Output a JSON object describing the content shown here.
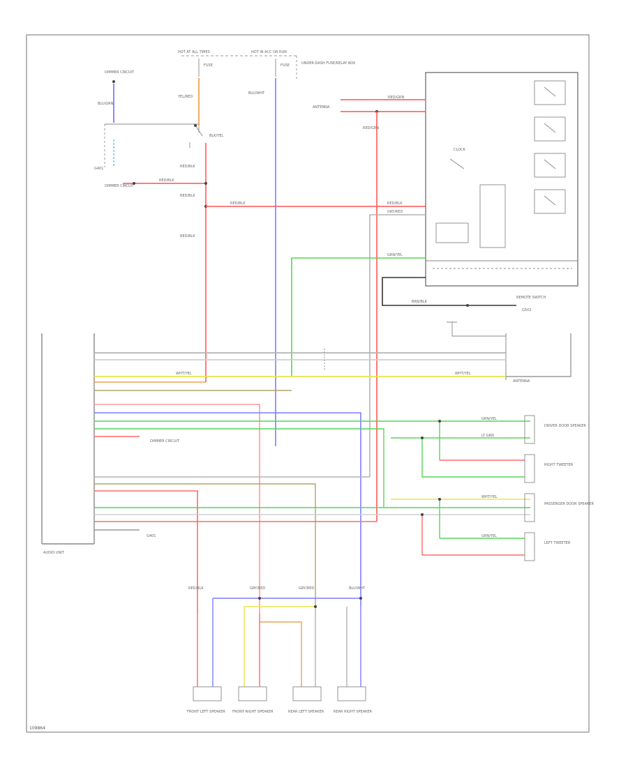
{
  "diagram": {
    "footer_code": "109864",
    "colors": {
      "red": "#ff6a6a",
      "pink": "#ff9a9a",
      "blue": "#7c7cff",
      "green": "#55d655",
      "yellow": "#e6e64a",
      "orange": "#f0a050",
      "gray": "#b4b4b4",
      "olive": "#b3a36a"
    },
    "labels": {
      "hot_at_all_times": "HOT AT ALL TIMES",
      "hot_acc_or_run": "HOT IN ACC OR RUN",
      "fuse_under_dash": "UNDER-DASH FUSE/RELAY BOX",
      "fuse_a": "FUSE",
      "fuse_b": "FUSE",
      "radio_unit": "AUDIO UNIT",
      "remote_switch": "REMOTE SWITCH",
      "clock": "CLOCK",
      "ground_g401": "G401",
      "ground_g502": "G502",
      "antenna": "ANTENNA",
      "dimmer_circuit": "DIMMER CIRCUIT",
      "wire_blu_grn": "BLU/GRN",
      "wire_blk_yel": "BLK/YEL",
      "wire_wht_yel": "WHT/YEL",
      "wire_yel_red": "YEL/RED",
      "wire_red_blk": "RED/BLK",
      "wire_red_grn": "RED/GRN",
      "wire_blu_wht": "BLU/WHT",
      "wire_grn_yel": "GRN/YEL",
      "wire_lt_grn": "LT GRN",
      "wire_gry_red": "GRY/RED",
      "wire_brn_blk": "BRN/BLK",
      "front_left_speaker": "FRONT LEFT SPEAKER",
      "front_right_speaker": "FRONT RIGHT SPEAKER",
      "rear_left_speaker": "REAR LEFT SPEAKER",
      "rear_right_speaker": "REAR RIGHT SPEAKER",
      "left_tweeter": "LEFT TWEETER",
      "right_tweeter": "RIGHT TWEETER",
      "driver_door_speaker": "DRIVER DOOR SPEAKER",
      "pass_door_speaker": "PASSENGER DOOR SPEAKER"
    }
  }
}
